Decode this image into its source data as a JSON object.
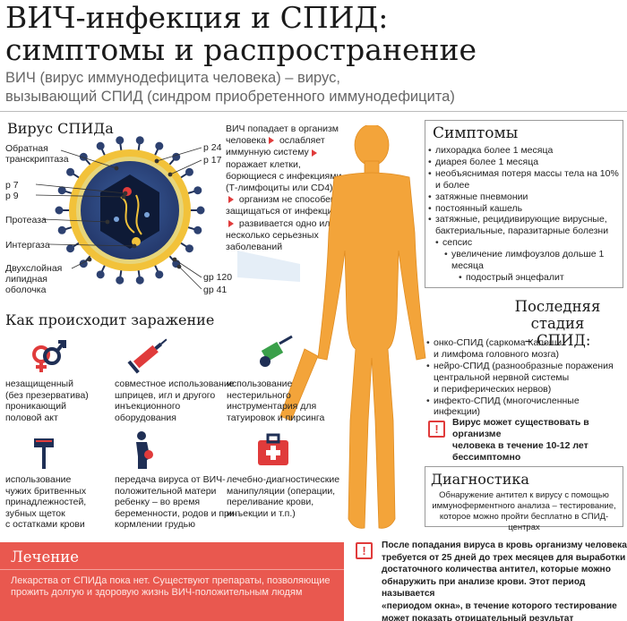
{
  "header": {
    "title_line1": "ВИЧ-инфекция и СПИД:",
    "title_line2": "симптомы и распространение",
    "subtitle_line1": "ВИЧ (вирус иммунодефицита человека) – вирус,",
    "subtitle_line2": "вызывающий СПИД (синдром приобретенного иммунодефицита)"
  },
  "virus": {
    "heading": "Вирус СПИДа",
    "labels": {
      "reverse": "Обратная\nтранскриптаза",
      "p7": "p 7",
      "p9": "p 9",
      "protease": "Протеаза",
      "integrase": "Интергаза",
      "lipid": "Двухслойная\nлипидная\nоболочка",
      "p24": "p 24",
      "p17": "p 17",
      "gp120": "gp 120",
      "gp41": "gp  41"
    }
  },
  "mechanism": {
    "parts": [
      "ВИЧ попадает в организм человека",
      "ослабляет иммунную систему",
      "поражает клетки, борющиеся с инфекциями (Т-лимфоциты или CD4)",
      "организм не способен защищаться от инфекций",
      "развивается одно или несколько серьезных заболеваний"
    ]
  },
  "transmission": {
    "heading": "Как происходит заражение",
    "items": [
      {
        "icon": "gender-symbols-icon",
        "text": "незащищенный\n(без презерватива)\nпроникающий\nполовой акт"
      },
      {
        "icon": "syringe-icon",
        "text": "совместное использование\nшприцев, игл и другого\nинъекционного\nоборудования"
      },
      {
        "icon": "tattoo-machine-icon",
        "text": "использование\nнестерильного\nинструментария для\nтатуировок и пирсинга"
      },
      {
        "icon": "razor-icon",
        "text": "использование\nчужих бритвенных\nпринадлежностей,\nзубных щеток\nс остатками крови"
      },
      {
        "icon": "pregnant-woman-icon",
        "text": "передача вируса от ВИЧ-\nположительной матери\nребенку – во время\nбеременности, родов и при\nкормлении грудью"
      },
      {
        "icon": "medical-kit-icon",
        "text": "лечебно-диагностические\nманипуляции (операции,\nпереливание крови,\nинъекции и т.п.)"
      }
    ]
  },
  "symptoms": {
    "heading": "Симптомы",
    "items": [
      "лихорадка более 1 месяца",
      "диарея более 1 месяца",
      "необъяснимая потеря массы тела на 10%\nи более",
      "затяжные пневмонии",
      "постоянный кашель",
      "затяжные, рецидивирующие вирусные,\nбактериальные, паразитарные болезни",
      "сепсис",
      "увеличение лимфоузлов дольше 1 месяца",
      "подострый энцефалит"
    ]
  },
  "last_stage": {
    "heading_line1": "Последняя стадия",
    "heading_line2": "– СПИД:",
    "items": [
      "онко-СПИД (саркома Капоши\nи лимфома головного мозга)",
      "нейро-СПИД (разнообразные поражения\nцентральной нервной системы\nи периферических нервов)",
      "инфекто-СПИД (многочисленные инфекции)"
    ]
  },
  "warning_survival": "Вирус может существовать в организме\nчеловека в течение 10-12 лет\nбессимптомно",
  "diagnostics": {
    "heading": "Диагностика",
    "text": "Обнаружение антител к вирусу с помощью\nиммуноферментного анализа – тестирование,\nкоторое можно пройти бесплатно в СПИД-центрах"
  },
  "treatment": {
    "heading": "Лечение",
    "text": "Лекарства от СПИДа пока нет. Существуют препараты, позволяющие\nпрожить долгую и здоровую жизнь ВИЧ-положительным людям"
  },
  "window_period": "После попадания вируса в кровь организму человека\nтребуется от 25 дней до трех месяцев для выработки\nдостаточного количества антител, которые можно\nобнаружить при анализе крови. Этот период называется\n«периодом окна», в течение которого тестирование\nможет показать отрицательный результат",
  "colors": {
    "accent_red": "#e03b3b",
    "body_orange": "#f3a43a",
    "virus_navy": "#1f2f55",
    "virus_yellow": "#f2c23a",
    "treatment_bg": "#e9584f"
  }
}
